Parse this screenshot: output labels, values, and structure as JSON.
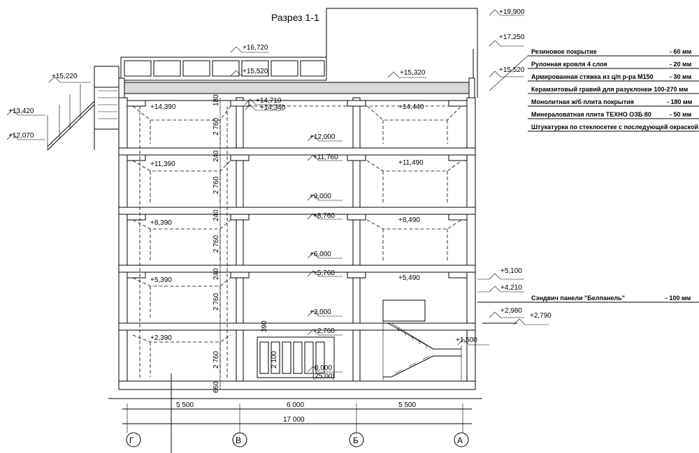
{
  "title": "Разрез 1-1",
  "layers": [
    {
      "name": "Резиновое покрытие",
      "value": "- 60 мм"
    },
    {
      "name": "Рулонная кровля 4 слоя",
      "value": "- 20 мм"
    },
    {
      "name": "Армированная стяжка из ц/п р-ра М150",
      "value": "- 30 мм"
    },
    {
      "name": "Керамзитовый гравий для разуклонки",
      "value": "- 100-270 мм"
    },
    {
      "name": "Монолитная ж/б плита покрытия",
      "value": "- 180 мм"
    },
    {
      "name": "Минераловатная плита ТЕХНО ОЗБ 80",
      "value": "- 50 мм"
    },
    {
      "name": "Штукатурка по стеклосетке с последующей окраской",
      "value": ""
    }
  ],
  "sandwich": {
    "name": "Сэндвич панели \"Белпанель\"",
    "value": "- 100 мм"
  },
  "elevations_right": [
    "+19,900",
    "+17,250",
    "+15,520",
    "+5,100",
    "+4,210",
    "+2,980",
    "+2,790",
    "+1,500"
  ],
  "elevations_left": [
    "+15,220",
    "+13,420",
    "+12,070"
  ],
  "elevations_top": [
    "+16,720",
    "+15,520",
    "+15,320",
    "+14,710",
    "+14,340"
  ],
  "elevations_floor": [
    "+12,000",
    "+11,760",
    "+9,000",
    "+8,760",
    "+6,000",
    "+5,760",
    "+3,000",
    "+2,760",
    "0,000",
    "(25,00)"
  ],
  "elevations_ceiling_left": [
    "+14,390",
    "+11,390",
    "+8,390",
    "+5,390",
    "+2,390"
  ],
  "elevations_ceiling_right": [
    "+14,440",
    "+11,490",
    "+8,490",
    "+5,490"
  ],
  "dims_vertical": [
    "180",
    "2 760",
    "240",
    "2 760",
    "240",
    "2 760",
    "240",
    "2 760",
    "390",
    "2 760",
    "660",
    "2 100"
  ],
  "dims_horizontal": [
    "5 500",
    "6 000",
    "5 500"
  ],
  "dim_total": "17 000",
  "axes": [
    "Г",
    "В",
    "Б",
    "А"
  ]
}
